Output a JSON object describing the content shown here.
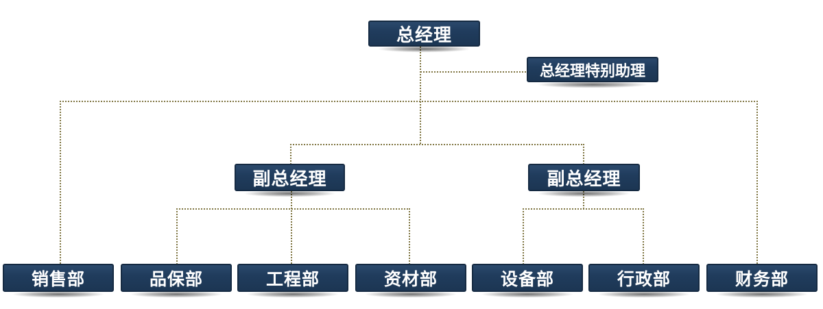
{
  "page": {
    "background": "#ffffff"
  },
  "org_chart": {
    "type": "org-chart",
    "colors": {
      "node_fill": "#1f3a5a",
      "node_fill_highlight": "#2b496c",
      "node_border": "#152a42",
      "node_text": "#ffffff",
      "connector": "#7e7440"
    },
    "nodes": [
      {
        "id": "general-manager",
        "label": "总经理",
        "level": 1
      },
      {
        "id": "special-assistant",
        "label": "总经理特别助理",
        "level": 2
      },
      {
        "id": "deputy-gm-left",
        "label": "副总经理",
        "level": 3
      },
      {
        "id": "deputy-gm-right",
        "label": "副总经理",
        "level": 3
      },
      {
        "id": "sales-dept",
        "label": "销售部",
        "level": 4
      },
      {
        "id": "quality-assurance-dept",
        "label": "品保部",
        "level": 4
      },
      {
        "id": "engineering-dept",
        "label": "工程部",
        "level": 4
      },
      {
        "id": "materials-dept",
        "label": "资材部",
        "level": 4
      },
      {
        "id": "equipment-dept",
        "label": "设备部",
        "level": 4
      },
      {
        "id": "administration-dept",
        "label": "行政部",
        "level": 4
      },
      {
        "id": "finance-dept",
        "label": "财务部",
        "level": 4
      }
    ],
    "edges": [
      [
        "general-manager",
        "special-assistant"
      ],
      [
        "general-manager",
        "sales-dept"
      ],
      [
        "general-manager",
        "deputy-gm-left"
      ],
      [
        "general-manager",
        "deputy-gm-right"
      ],
      [
        "general-manager",
        "finance-dept"
      ],
      [
        "deputy-gm-left",
        "quality-assurance-dept"
      ],
      [
        "deputy-gm-left",
        "engineering-dept"
      ],
      [
        "deputy-gm-left",
        "materials-dept"
      ],
      [
        "deputy-gm-right",
        "equipment-dept"
      ],
      [
        "deputy-gm-right",
        "administration-dept"
      ]
    ]
  }
}
